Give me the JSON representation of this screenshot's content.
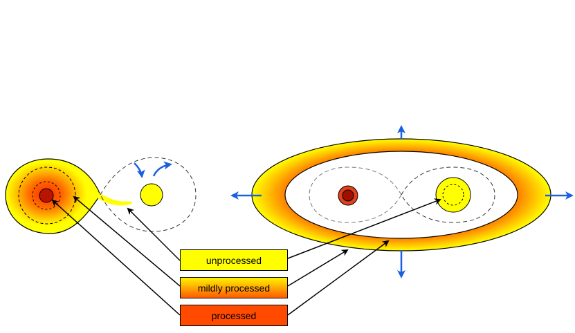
{
  "legend": {
    "unprocessed": "unprocessed",
    "mildly_processed": "mildly processed",
    "processed": "processed"
  },
  "colors": {
    "unprocessed": "#ffff00",
    "mildly_processed": "#ffb000",
    "processed": "#ff4a00",
    "core": "#c81e00",
    "arrow_blue": "#1a5fe0",
    "outline": "#000000"
  },
  "icons": [
    "arrow-up-icon",
    "arrow-down-icon",
    "arrow-left-icon",
    "arrow-right-icon",
    "rotation-arrow-icon"
  ]
}
